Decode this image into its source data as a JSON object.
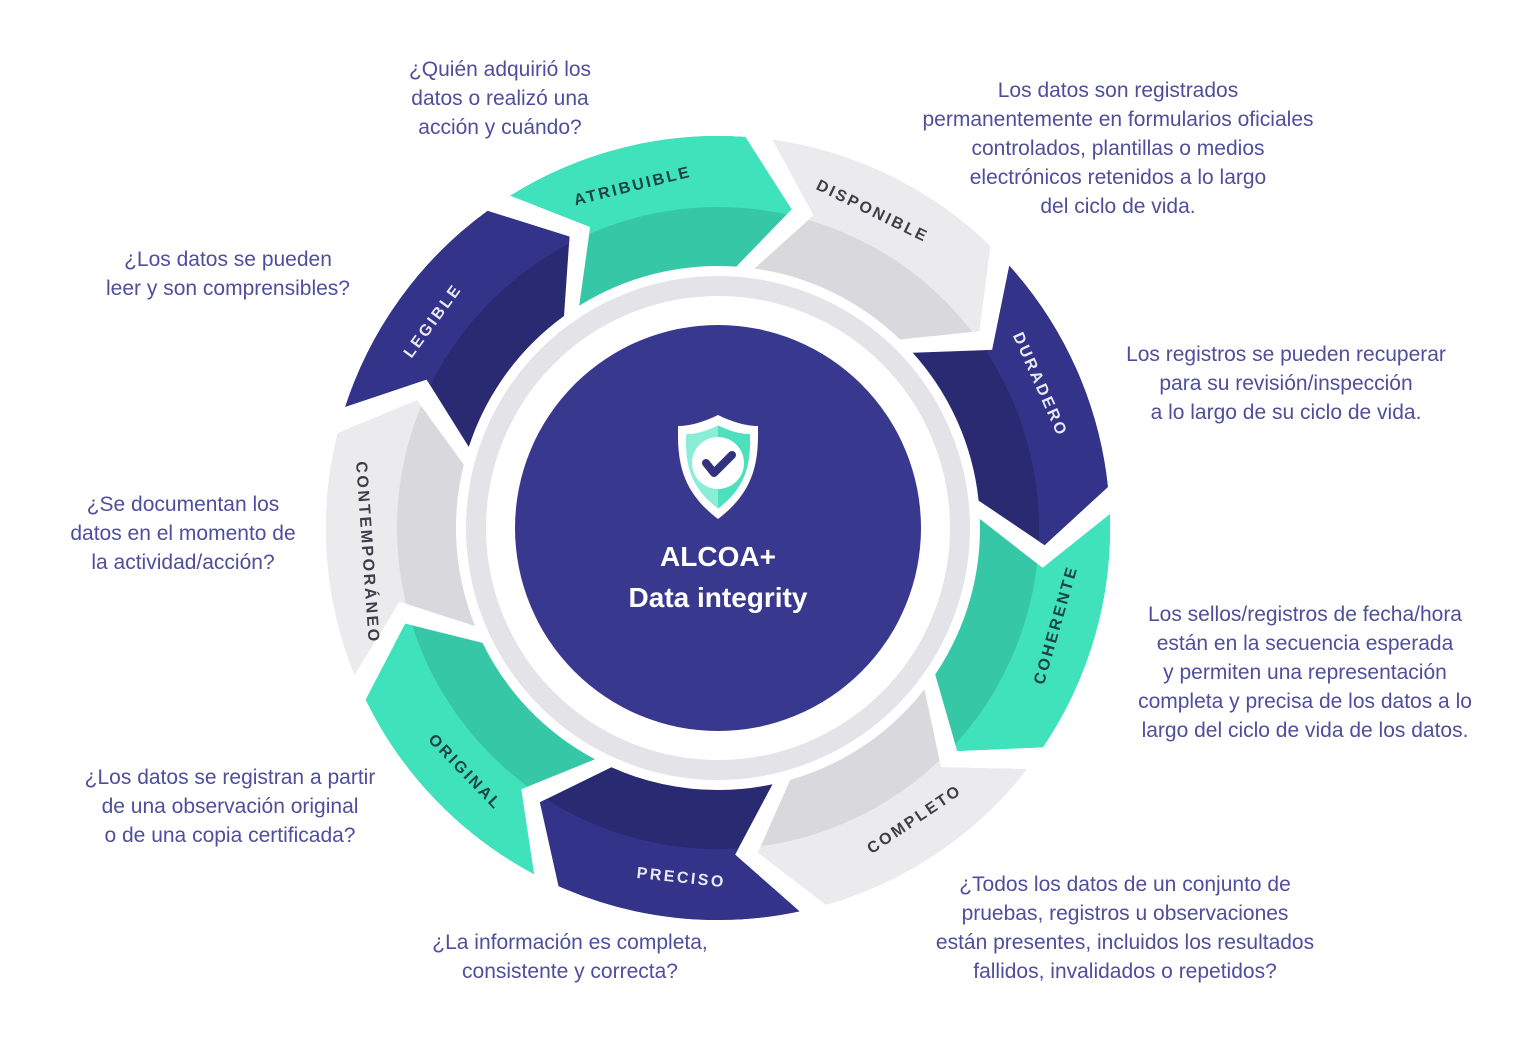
{
  "center": {
    "title": "ALCOA+",
    "subtitle": "Data integrity",
    "icon": "shield-check-icon"
  },
  "ring": {
    "segments": [
      {
        "id": "atribuible",
        "label": "ATRIBUIBLE",
        "tone": "teal"
      },
      {
        "id": "disponible",
        "label": "DISPONIBLE",
        "tone": "gray"
      },
      {
        "id": "duradero",
        "label": "DURADERO",
        "tone": "blue"
      },
      {
        "id": "coherente",
        "label": "COHERENTE",
        "tone": "teal"
      },
      {
        "id": "completo",
        "label": "COMPLETO",
        "tone": "gray"
      },
      {
        "id": "preciso",
        "label": "PRECISO",
        "tone": "blue"
      },
      {
        "id": "original",
        "label": "ORIGINAL",
        "tone": "teal"
      },
      {
        "id": "contemporaneo",
        "label": "CONTEMPORÁNEO",
        "tone": "gray"
      },
      {
        "id": "legible",
        "label": "LEGIBLE",
        "tone": "blue"
      }
    ]
  },
  "annotations": {
    "atribuible": "¿Quién adquirió los\ndatos o realizó una\nacción y cuándo?",
    "disponible": "Los datos son registrados\npermanentemente en formularios oficiales\ncontrolados, plantillas o medios\nelectrónicos retenidos a lo largo\ndel ciclo de vida.",
    "duradero": "Los registros se pueden recuperar\npara su revisión/inspección\na lo largo de su ciclo de vida.",
    "coherente": "Los sellos/registros de fecha/hora\nestán en la secuencia esperada\ny permiten una representación\ncompleta y precisa de los datos a lo\nlargo del ciclo de vida de los datos.",
    "completo": "¿Todos los datos de un conjunto de\npruebas, registros u observaciones\nestán presentes, incluidos los resultados\nfallidos, invalidados o repetidos?",
    "preciso": "¿La información es completa,\nconsistente y correcta?",
    "original": "¿Los datos se registran a partir\nde una observación original\no de una copia certificada?",
    "contemporaneo": "¿Se documentan los\ndatos en el momento de\nla actividad/acción?",
    "legible": "¿Los datos se pueden\nleer y son comprensibles?"
  },
  "colors": {
    "teal": "#40e2bc",
    "teal_dark": "#36c8a6",
    "gray": "#ebebee",
    "gray_dark": "#d9d9dd",
    "blue": "#33338a",
    "blue_dark": "#2a2a72",
    "label_on_teal": "#1d4343",
    "label_on_gray": "#3e3e48",
    "label_on_blue": "#e9e9f4",
    "center_circle": "#38388f",
    "ring_track": "#e4e4e8",
    "annotation_text": "#4e4e9d",
    "shield_outline": "#ffffff",
    "shield_left": "#8aeed7",
    "shield_right": "#4ce0bd",
    "shield_check": "#32327f"
  }
}
